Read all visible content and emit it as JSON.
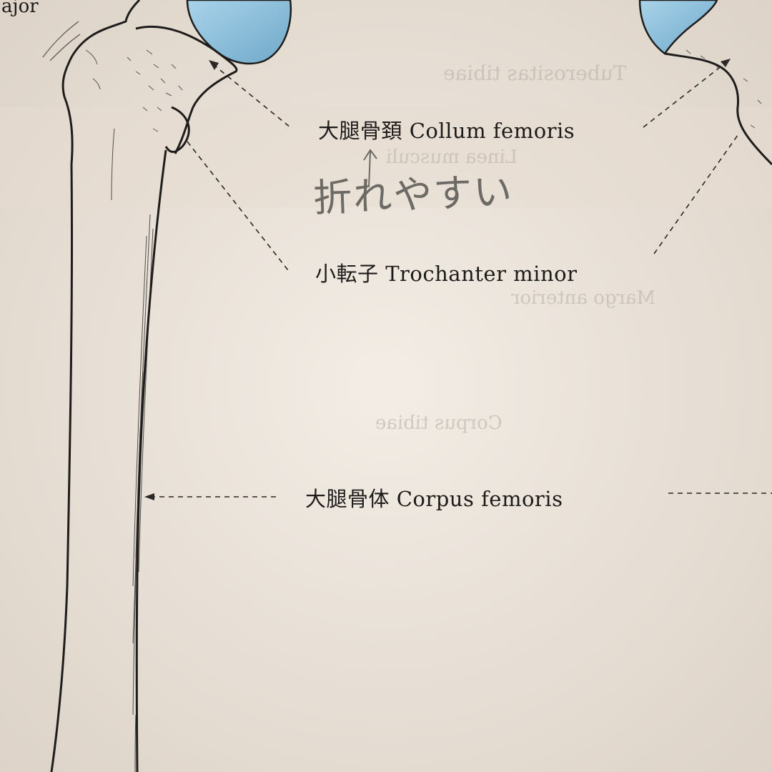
{
  "labels": {
    "top_left_fragment": "ajor",
    "collum_femoris": "大腿骨頚 Collum femoris",
    "trochanter_minor": "小転子 Trochanter minor",
    "corpus_femoris": "大腿骨体 Corpus femoris"
  },
  "handwritten_note": "折れやすい",
  "show_through": {
    "tuberositas_tibiae": "Tuberositas tibiae",
    "linea_musculi": "Linea musculi",
    "margo_anterior": "Margo anterior",
    "corpus_tibiae": "Corpus tibiae"
  },
  "colors": {
    "paper": "#efe8df",
    "cartilage_blue": "#8fc2de",
    "ink": "#1d1b19",
    "pencil": "#6d6a66"
  }
}
